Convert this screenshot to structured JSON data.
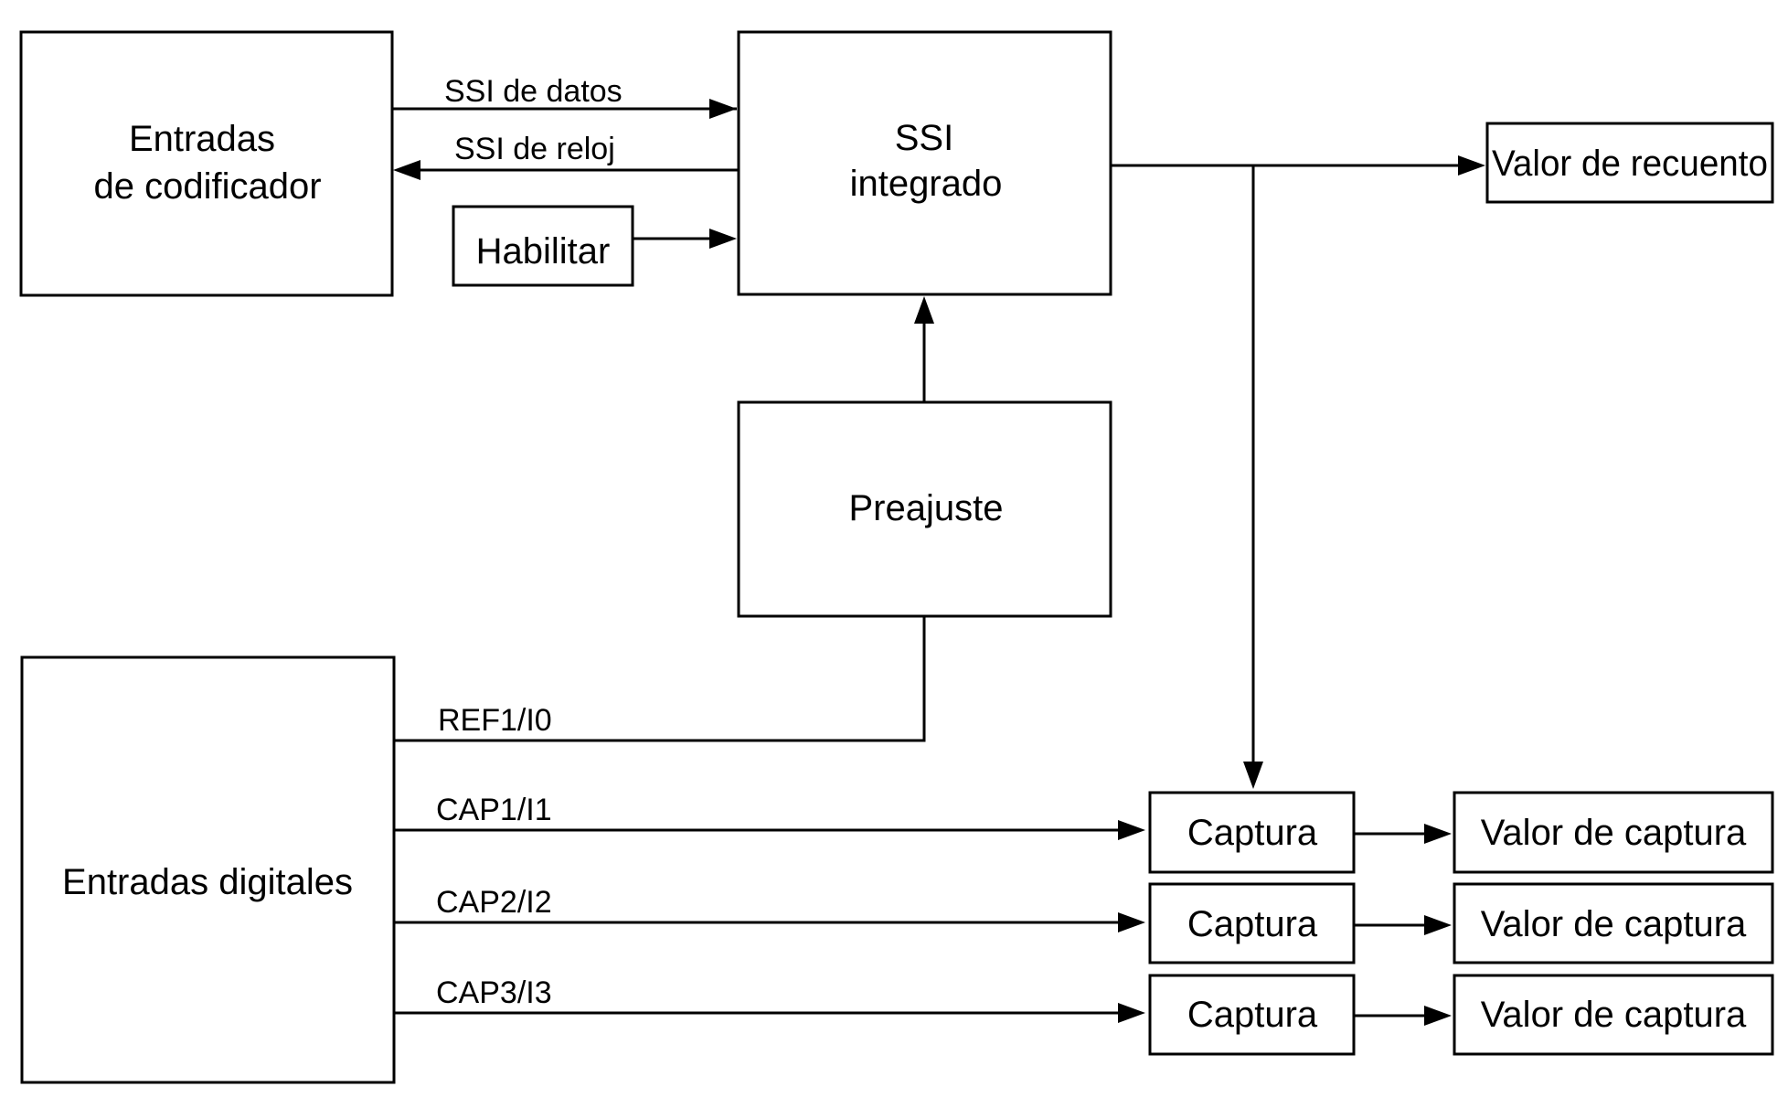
{
  "blocks": {
    "encoder_inputs": [
      "Entradas",
      "de codificador"
    ],
    "enable": "Habilitar",
    "ssi": [
      "SSI",
      "integrado"
    ],
    "count_value": "Valor de recuento",
    "preset": "Preajuste",
    "digital_inputs": "Entradas digitales",
    "capture_1": "Captura",
    "capture_2": "Captura",
    "capture_3": "Captura",
    "capture_value_1": "Valor de captura",
    "capture_value_2": "Valor de captura",
    "capture_value_3": "Valor de captura"
  },
  "signals": {
    "ssi_data": "SSI de datos",
    "ssi_clock": "SSI de reloj",
    "ref1": "REF1/I0",
    "cap1": "CAP1/I1",
    "cap2": "CAP2/I2",
    "cap3": "CAP3/I3"
  }
}
